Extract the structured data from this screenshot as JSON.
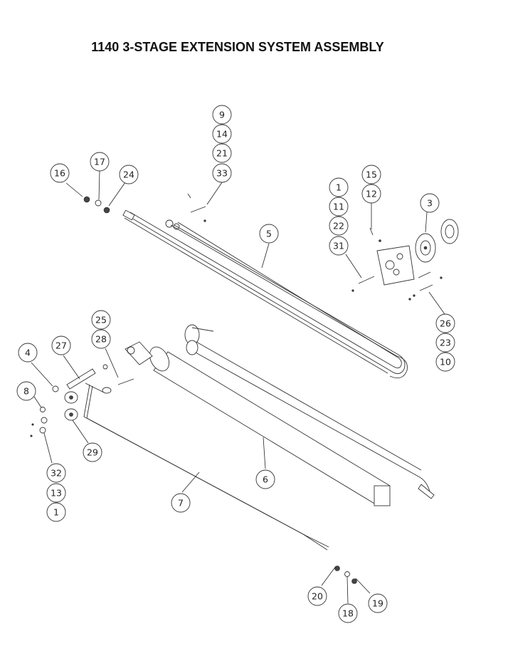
{
  "title": "1140 3-STAGE EXTENSION SYSTEM ASSEMBLY",
  "callouts": [
    "9",
    "14",
    "21",
    "33",
    "16",
    "17",
    "24",
    "15",
    "12",
    "1",
    "11",
    "22",
    "31",
    "3",
    "5",
    "26",
    "23",
    "10",
    "25",
    "28",
    "4",
    "27",
    "8",
    "29",
    "32",
    "13",
    "1",
    "6",
    "7",
    "20",
    "18",
    "19"
  ]
}
